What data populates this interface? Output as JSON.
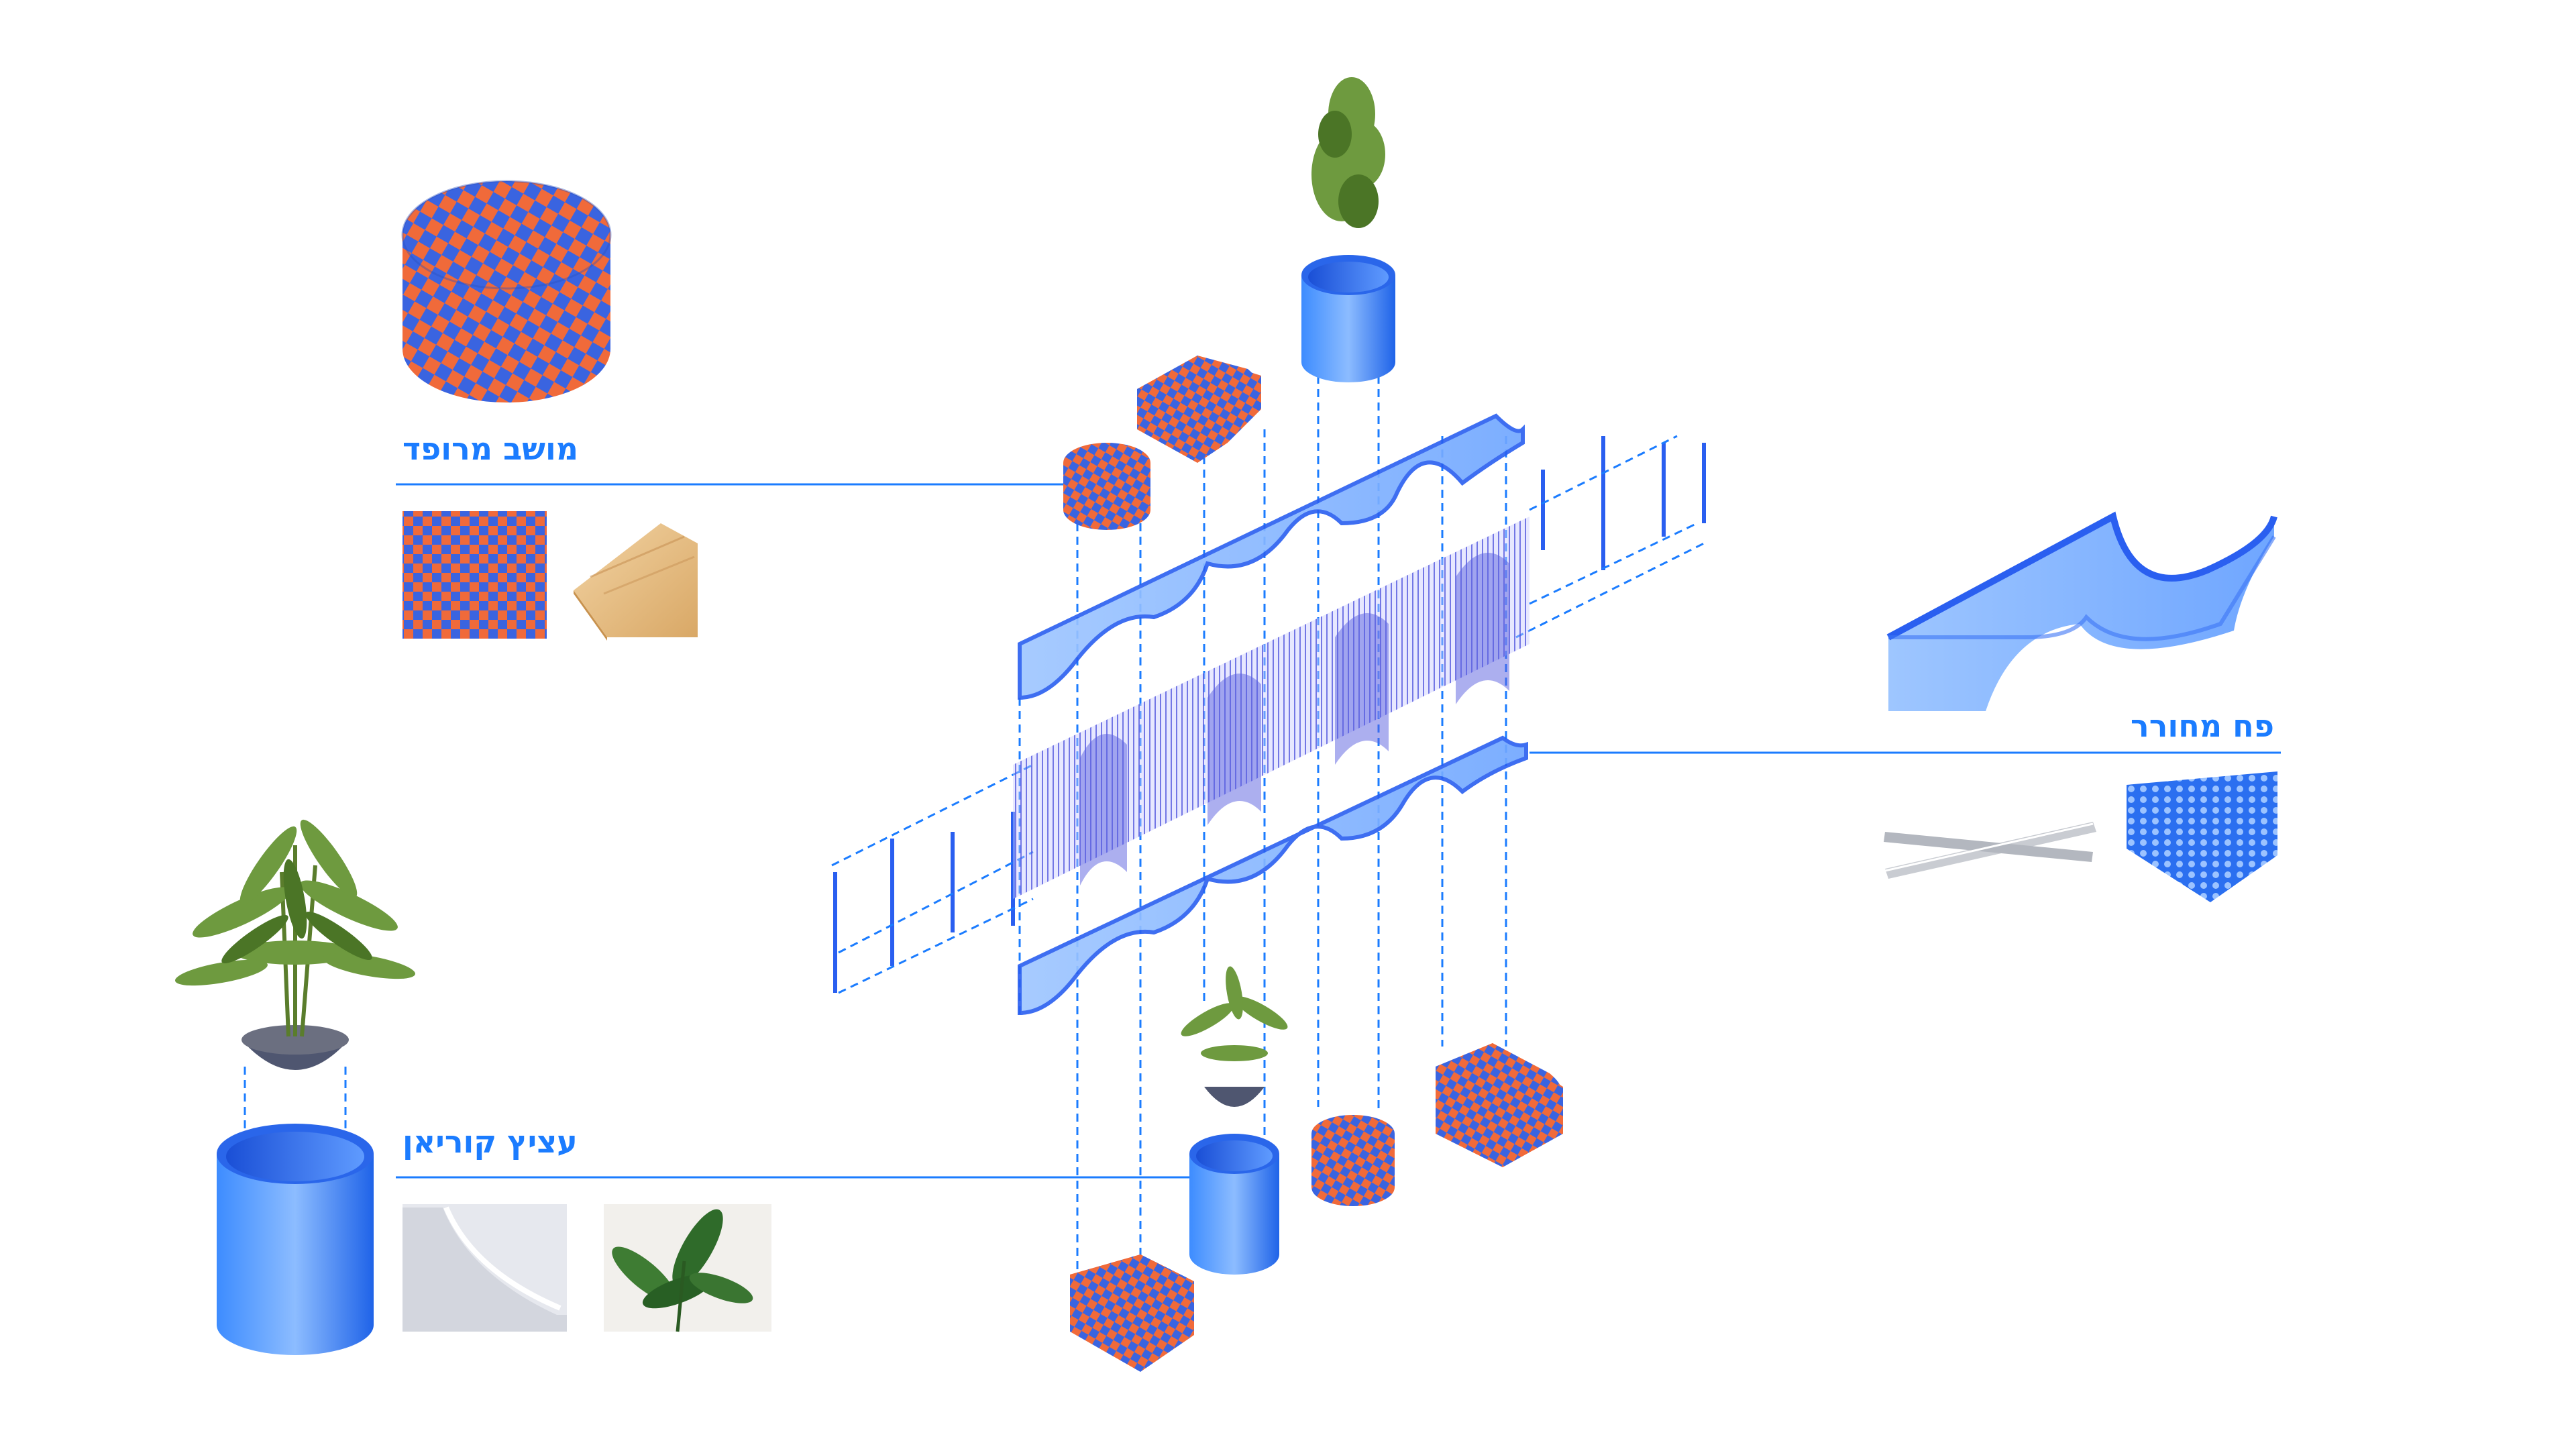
{
  "labels": {
    "upholstered_seat": "מושב מרופד",
    "perforated_sheet": "פח מחורר",
    "corian_planter": "עציץ קוריאן"
  },
  "colors": {
    "accent_blue": "#1b7cff",
    "checker_blue": "#3a64e0",
    "checker_orange": "#f06a3a",
    "wood": "#e9c38f",
    "plant_green": "#5f8f3a"
  },
  "icons": [
    "checkered-cylinder-seat-icon",
    "checker-swatch-icon",
    "wood-swatch-icon",
    "perforated-sheet-icon",
    "steel-rods-icon",
    "perforated-mesh-icon",
    "potted-plant-icon",
    "blue-cylinder-planter-icon",
    "corian-swatch-icon",
    "leaf-plant-swatch-icon",
    "exploded-bench-icon"
  ]
}
